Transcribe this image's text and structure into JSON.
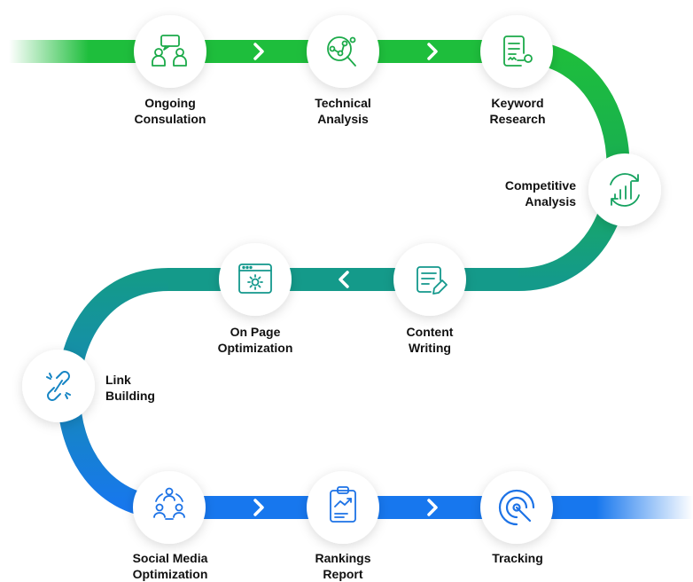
{
  "colors": {
    "green": "#1EBE3C",
    "teal": "#149A8A",
    "blue": "#1777EE",
    "icon_green": "#1BAA49",
    "icon_teal": "#13988C",
    "icon_blue": "#1C72E6",
    "circle": "#ffffff",
    "text": "#111111"
  },
  "steps": [
    {
      "id": "ongoing",
      "line1": "Ongoing",
      "line2": "Consulation",
      "icon": "consultation-icon"
    },
    {
      "id": "technical",
      "line1": "Technical",
      "line2": "Analysis",
      "icon": "analysis-search-icon"
    },
    {
      "id": "keyword",
      "line1": "Keyword",
      "line2": "Research",
      "icon": "keyword-document-icon"
    },
    {
      "id": "competitive",
      "line1": "Competitive",
      "line2": "Analysis",
      "icon": "growth-chart-icon"
    },
    {
      "id": "content",
      "line1": "Content",
      "line2": "Writing",
      "icon": "content-writing-icon"
    },
    {
      "id": "onpage",
      "line1": "On Page",
      "line2": "Optimization",
      "icon": "browser-gear-icon"
    },
    {
      "id": "link",
      "line1": "Link",
      "line2": "Building",
      "icon": "chain-link-icon"
    },
    {
      "id": "social",
      "line1": "Social Media",
      "line2": "Optimization",
      "icon": "social-network-icon"
    },
    {
      "id": "rankings",
      "line1": "Rankings",
      "line2": "Report",
      "icon": "clipboard-chart-icon"
    },
    {
      "id": "tracking",
      "line1": "Tracking",
      "line2": "",
      "icon": "target-tracking-icon"
    }
  ]
}
